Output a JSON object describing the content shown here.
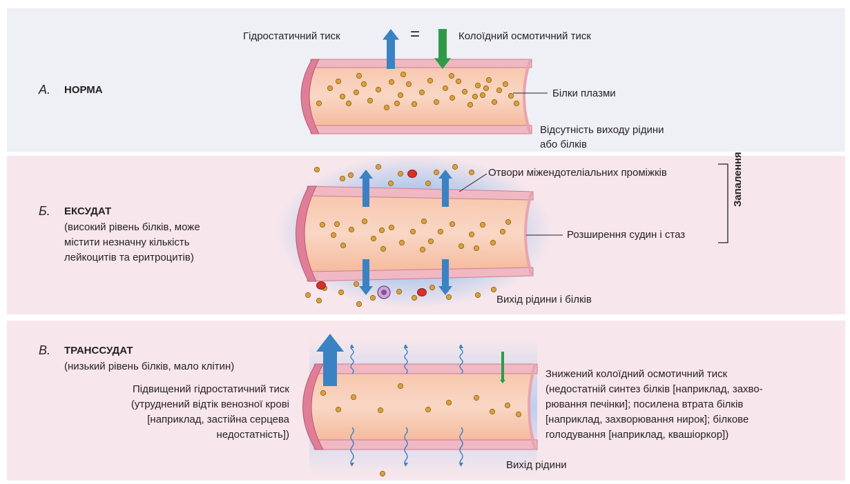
{
  "section_a": {
    "letter": "А.",
    "heading": "НОРМА",
    "label_hydrostatic": "Гідростатичний тиск",
    "equals_sign": "=",
    "label_oncotic": "Колоїдний осмотичний тиск",
    "label_proteins": "Білки плазми",
    "label_no_outflow_line1": "Відсутність виходу рідини",
    "label_no_outflow_line2": "або білків"
  },
  "section_b": {
    "letter": "Б.",
    "heading": "ЕКСУДАТ",
    "desc_line1": "(високий рівень білків, може",
    "desc_line2": "містити незначну кількість",
    "desc_line3": "лейкоцитів та еритроцитів)",
    "label_gaps": "Отвори міжендотеліальних проміжків",
    "label_dilation": "Розширення судин і стаз",
    "label_outflow": "Вихід рідини і білків",
    "side_label": "Запалення"
  },
  "section_c": {
    "letter": "В.",
    "heading": "ТРАНССУДАТ",
    "subtitle": "(низький рівень білків, мало клітин)",
    "left_line1": "Підвищений гідростатичний тиск",
    "left_line2": "(утруднений відтік венозної крові",
    "left_line3": "[наприклад, застійна серцева",
    "left_line4": "недостатність])",
    "right_line1": "Знижений колоїдний осмотичний тиск",
    "right_line2": "(недостатній синтез білків [наприклад, захво-",
    "right_line3": "рювання печінки]; посилена втрата білків",
    "right_line4": "[наприклад, захворювання нирок]; білкове",
    "right_line5": "голодування [наприклад, квашіоркор])",
    "label_outflow": "Вихід рідини"
  },
  "colors": {
    "vessel_fill": "#f6bca0",
    "vessel_wall": "#e9a3b0",
    "protein": "#d9a040",
    "arrow_blue": "#3a82c4",
    "arrow_green": "#2e9a48",
    "rbc": "#d9302c",
    "leukocyte": "#8a4fa0"
  }
}
